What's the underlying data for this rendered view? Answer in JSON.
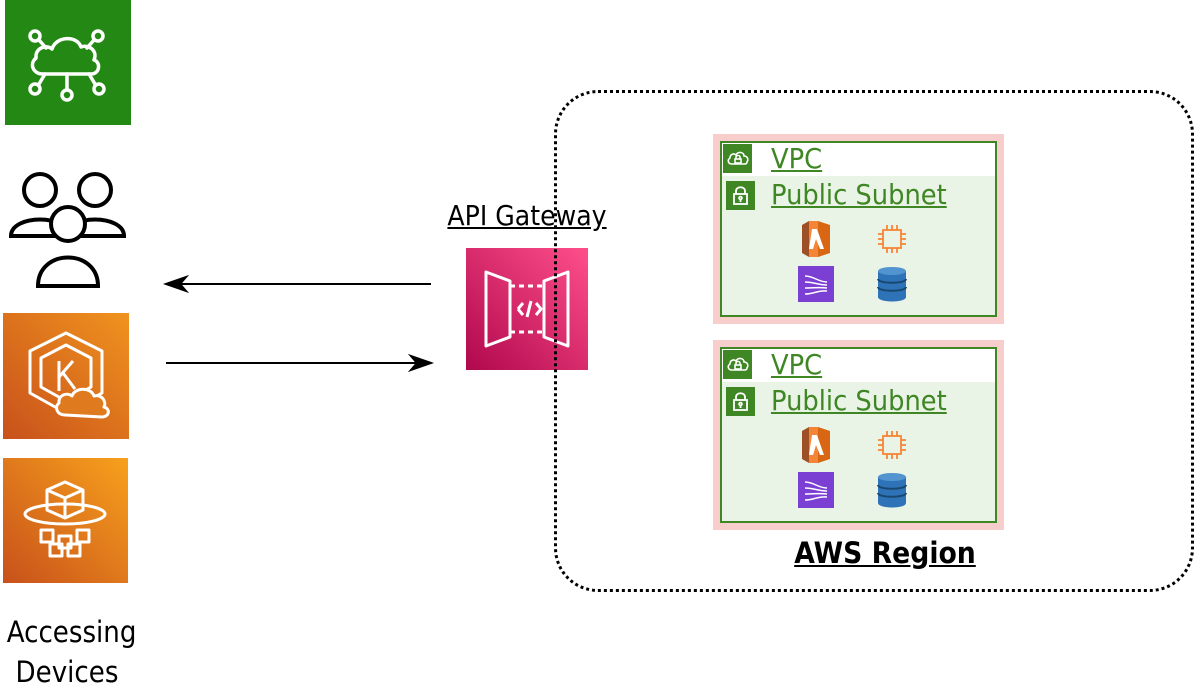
{
  "caption": {
    "line1": "Accessing",
    "line2": "Devices"
  },
  "gateway": {
    "label": "API Gateway"
  },
  "region": {
    "label": "AWS Region"
  },
  "vpcs": [
    {
      "vpc_label": "VPC",
      "subnet_label": "Public Subnet"
    },
    {
      "vpc_label": "VPC",
      "subnet_label": "Public Subnet"
    }
  ],
  "colors": {
    "iot_green": "#248814",
    "compute_orange": "#e7781e",
    "gateway_pink": "#e5307a",
    "vpc_green": "#3f8624",
    "vpc_border_pink": "#f8cecc",
    "subnet_fill": "#e9f3e6"
  },
  "icons": {
    "device_tiles": [
      "iot-cloud-icon",
      "users-icon",
      "eks-cloud-icon",
      "iot-greengrass-icon"
    ],
    "gateway": "api-gateway-icon",
    "services": [
      "aws-lambda-icon",
      "ec2-instance-icon",
      "kinesis-icon",
      "dynamodb-icon"
    ]
  }
}
